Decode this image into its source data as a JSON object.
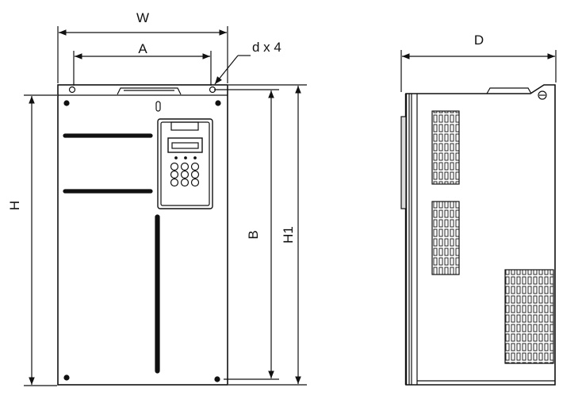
{
  "front_view": {
    "dimensions": {
      "width_label": "W",
      "hole_spacing_label": "A",
      "hole_label": "d x 4",
      "height_label": "H",
      "hole_height_label": "B",
      "overall_height_label": "H1"
    }
  },
  "side_view": {
    "dimensions": {
      "depth_label": "D"
    }
  },
  "colors": {
    "line": "#111111",
    "background": "#ffffff"
  }
}
